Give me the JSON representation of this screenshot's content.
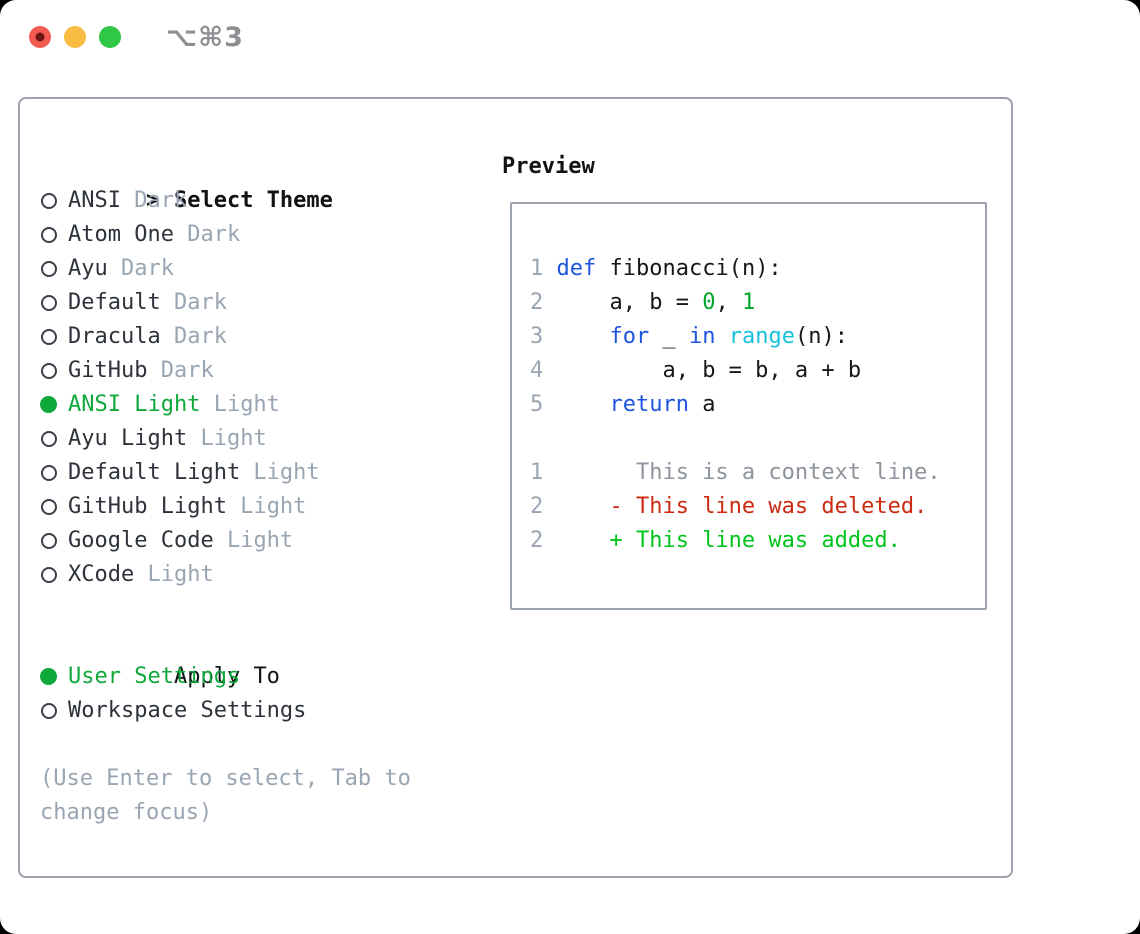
{
  "window": {
    "hotkey": "⌥⌘3"
  },
  "theme_panel": {
    "title_prefix": ">",
    "title": "Select Theme",
    "themes": [
      {
        "name": "ANSI",
        "variant": "Dark",
        "selected": false
      },
      {
        "name": "Atom One",
        "variant": "Dark",
        "selected": false
      },
      {
        "name": "Ayu",
        "variant": "Dark",
        "selected": false
      },
      {
        "name": "Default",
        "variant": "Dark",
        "selected": false
      },
      {
        "name": "Dracula",
        "variant": "Dark",
        "selected": false
      },
      {
        "name": "GitHub",
        "variant": "Dark",
        "selected": false
      },
      {
        "name": "ANSI Light",
        "variant": "Light",
        "selected": true
      },
      {
        "name": "Ayu Light",
        "variant": "Light",
        "selected": false
      },
      {
        "name": "Default Light",
        "variant": "Light",
        "selected": false
      },
      {
        "name": "GitHub Light",
        "variant": "Light",
        "selected": false
      },
      {
        "name": "Google Code",
        "variant": "Light",
        "selected": false
      },
      {
        "name": "XCode",
        "variant": "Light",
        "selected": false
      }
    ],
    "apply_to": {
      "title": "Apply To",
      "options": [
        {
          "name": "User Settings",
          "selected": true
        },
        {
          "name": "Workspace Settings",
          "selected": false
        }
      ]
    },
    "help_lines": [
      "(Use Enter to select, Tab to",
      "change focus)"
    ]
  },
  "preview": {
    "title": "Preview",
    "lines": [
      [
        {
          "c": "ln",
          "t": "1"
        },
        {
          "c": "t",
          "t": " "
        },
        {
          "c": "kw",
          "t": "def"
        },
        {
          "c": "t",
          "t": " fibonacci(n):"
        }
      ],
      [
        {
          "c": "ln",
          "t": "2"
        },
        {
          "c": "t",
          "t": "     a, b = "
        },
        {
          "c": "num",
          "t": "0"
        },
        {
          "c": "t",
          "t": ", "
        },
        {
          "c": "num",
          "t": "1"
        }
      ],
      [
        {
          "c": "ln",
          "t": "3"
        },
        {
          "c": "t",
          "t": "     "
        },
        {
          "c": "kw",
          "t": "for"
        },
        {
          "c": "t",
          "t": " _ "
        },
        {
          "c": "kw",
          "t": "in"
        },
        {
          "c": "t",
          "t": " "
        },
        {
          "c": "fn",
          "t": "range"
        },
        {
          "c": "t",
          "t": "(n):"
        }
      ],
      [
        {
          "c": "ln",
          "t": "4"
        },
        {
          "c": "t",
          "t": "         a, b = b, a + b"
        }
      ],
      [
        {
          "c": "ln",
          "t": "5"
        },
        {
          "c": "t",
          "t": "     "
        },
        {
          "c": "kw",
          "t": "return"
        },
        {
          "c": "t",
          "t": " a"
        }
      ],
      [],
      [
        {
          "c": "ln",
          "t": "1"
        },
        {
          "c": "ctx",
          "t": "       This is a context line."
        }
      ],
      [
        {
          "c": "ln",
          "t": "2"
        },
        {
          "c": "del",
          "t": "     - This line was deleted."
        }
      ],
      [
        {
          "c": "ln",
          "t": "2"
        },
        {
          "c": "add",
          "t": "     + This line was added."
        }
      ]
    ]
  },
  "colors": {
    "header": "#101214",
    "item": "#2e333b",
    "muted": "#9aa5b3",
    "linenum": "#9aa5b3",
    "ctx": "#8e949d",
    "code": "#15181c",
    "green-sel": "#0fa83a",
    "green-add": "#00c41c",
    "green-num": "#00a626",
    "red-del": "#cd2a12",
    "blue-kw": "#1d55e0",
    "cyan-fn": "#16c2da",
    "border": "#9aa2ad",
    "circle": "#3a4048",
    "hotkey": "#8e8e93",
    "traffic-red": "#f15b51",
    "traffic-red-dot": "#6b1612",
    "traffic-yellow": "#f7bc40",
    "traffic-green": "#30c646"
  }
}
